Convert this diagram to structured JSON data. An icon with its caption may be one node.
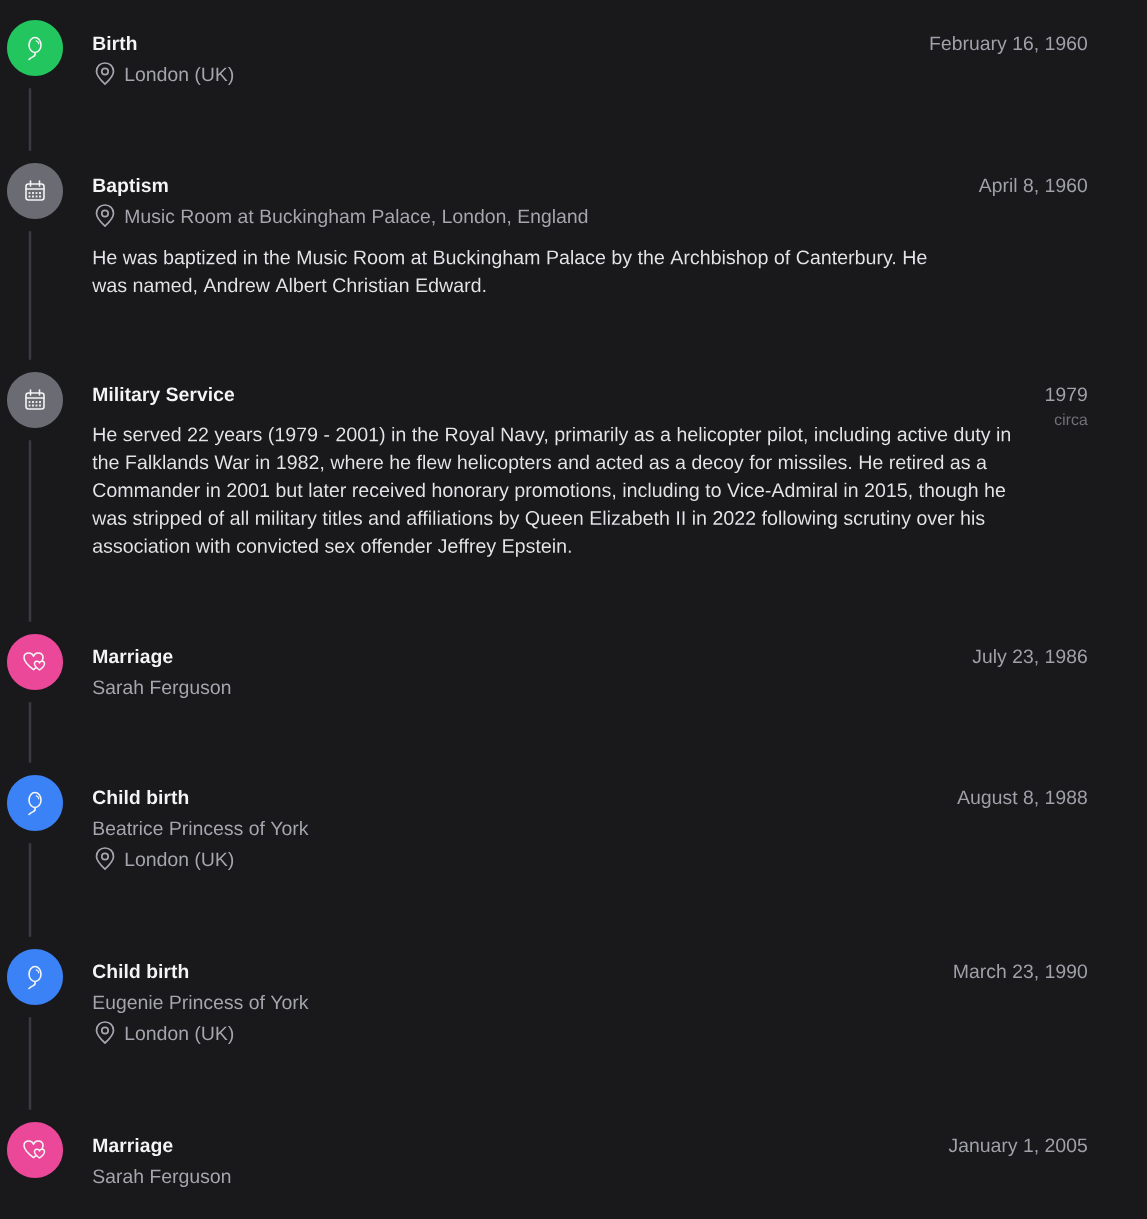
{
  "diagram": {
    "nodes": [
      {
        "text": [],
        "shape": "circle",
        "beside": [
          "Birth",
          "London (UK)"
        ]
      },
      {
        "text": [],
        "shape": "circle",
        "beside": [
          "Baptism",
          "Music Room at Buckingham Palace, London, England",
          "He was baptized in the Music Room at Buckingham Palace by the Archbishop of Canterbury. He was named, Andrew Albert Christian Edward."
        ]
      },
      {
        "text": [],
        "shape": "circle",
        "beside": [
          "Military Service",
          "He served 22 years (1979 - 2001) in the Royal Navy, primarily as a helicopter pilot, including active duty in the Falklands War in 1982, where he flew helicopters and acted as a decoy for missiles. He retired as a Commander in 2001 but later received honorary promotions, including to Vice-Admiral in 2015, though he was stripped of all military titles and affiliations by Queen Elizabeth II in 2022 following scrutiny over his association with convicted sex offender Jeffrey Epstein."
        ]
      },
      {
        "text": [],
        "shape": "circle",
        "beside": [
          "Marriage",
          "Sarah Ferguson"
        ]
      },
      {
        "text": [],
        "shape": "circle",
        "beside": [
          "Child birth",
          "Beatrice Princess of York",
          "London (UK)"
        ]
      },
      {
        "text": [],
        "shape": "circle",
        "beside": [
          "Child birth",
          "Eugenie Princess of York",
          "London (UK)"
        ]
      },
      {
        "text": [],
        "shape": "circle",
        "beside": [
          "Marriage",
          "Sarah Ferguson"
        ]
      }
    ],
    "edges": [
      {
        "from": 0,
        "to": 1,
        "arrow": "none"
      },
      {
        "from": 1,
        "to": 2,
        "arrow": "none"
      },
      {
        "from": 2,
        "to": 3,
        "arrow": "none"
      },
      {
        "from": 3,
        "to": 4,
        "arrow": "none"
      },
      {
        "from": 4,
        "to": 5,
        "arrow": "none"
      },
      {
        "from": 5,
        "to": 6,
        "arrow": "none"
      }
    ],
    "labels": [
      "February 16, 1960",
      "April 8, 1960",
      "1979",
      "circa",
      "July 23, 1986",
      "August 8, 1988",
      "March 23, 1990",
      "January 1, 2005"
    ]
  }
}
